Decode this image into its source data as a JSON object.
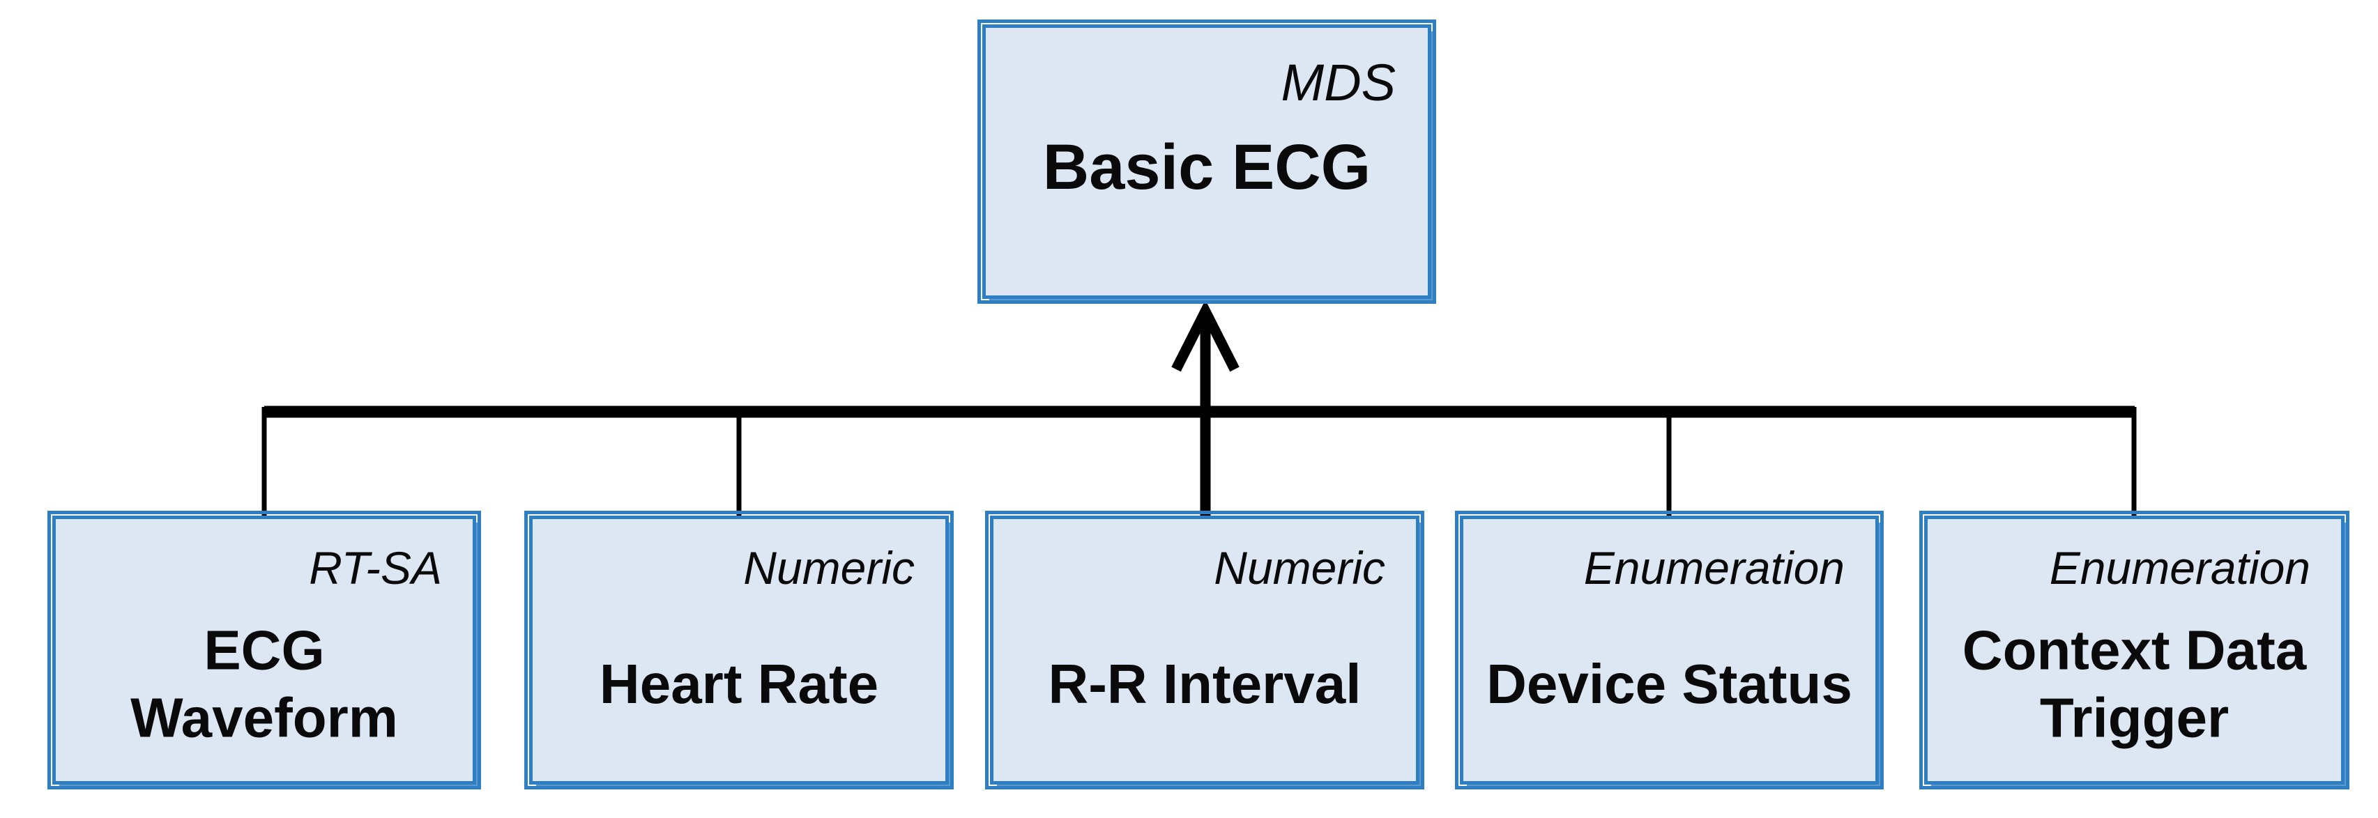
{
  "diagram": {
    "type": "hierarchy-block-diagram",
    "background": "#ffffff",
    "colors": {
      "box_fill": "#dce7f3",
      "box_border": "#2e7ec3",
      "box_edge_shadow": "#5e98cc",
      "connector": "#000000",
      "text": "#0a0a0a"
    },
    "root": {
      "tag": "MDS",
      "title": "Basic ECG"
    },
    "children": [
      {
        "tag": "RT-SA",
        "title": "ECG\nWaveform"
      },
      {
        "tag": "Numeric",
        "title": "Heart Rate"
      },
      {
        "tag": "Numeric",
        "title": "R-R Interval"
      },
      {
        "tag": "Enumeration",
        "title": "Device Status"
      },
      {
        "tag": "Enumeration",
        "title": "Context Data\nTrigger"
      }
    ]
  }
}
